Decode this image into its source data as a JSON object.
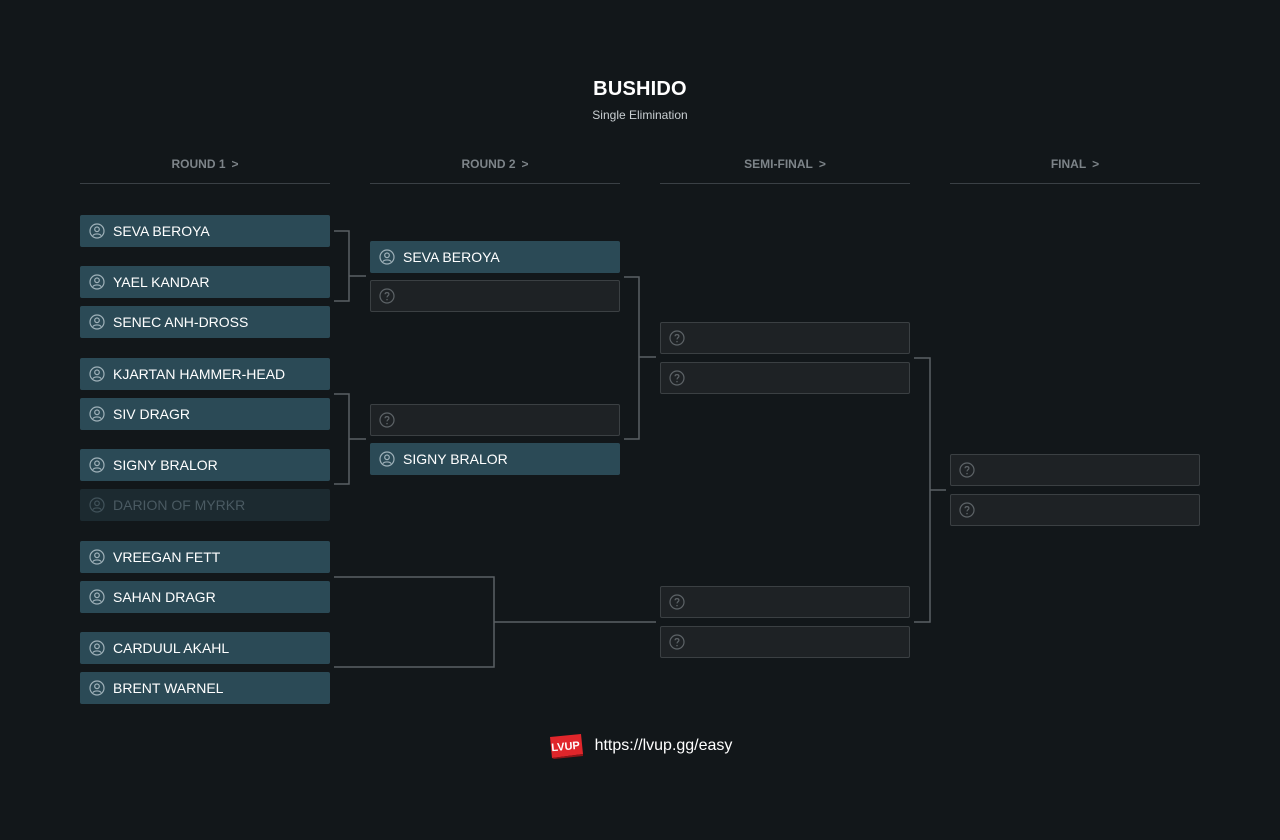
{
  "header": {
    "title": "BUSHIDO",
    "subtitle": "Single Elimination"
  },
  "rounds": [
    {
      "label": "ROUND 1",
      "chevron": ">"
    },
    {
      "label": "ROUND 2",
      "chevron": ">"
    },
    {
      "label": "SEMI-FINAL",
      "chevron": ">"
    },
    {
      "label": "FINAL",
      "chevron": ">"
    }
  ],
  "round1": {
    "slots": [
      {
        "name": "SEVA BEROYA",
        "state": "filled"
      },
      {
        "name": "YAEL KANDAR",
        "state": "filled"
      },
      {
        "name": "SENEC ANH-DROSS",
        "state": "filled"
      },
      {
        "name": "KJARTAN HAMMER-HEAD",
        "state": "filled"
      },
      {
        "name": "SIV DRAGR",
        "state": "filled"
      },
      {
        "name": "SIGNY BRALOR",
        "state": "filled"
      },
      {
        "name": "DARION OF MYRKR",
        "state": "eliminated"
      },
      {
        "name": "VREEGAN FETT",
        "state": "filled"
      },
      {
        "name": "SAHAN DRAGR",
        "state": "filled"
      },
      {
        "name": "CARDUUL AKAHL",
        "state": "filled"
      },
      {
        "name": "BRENT WARNEL",
        "state": "filled"
      }
    ]
  },
  "round2": {
    "slots": [
      {
        "name": "SEVA BEROYA",
        "state": "filled"
      },
      {
        "name": "",
        "state": "tbd"
      },
      {
        "name": "",
        "state": "tbd"
      },
      {
        "name": "SIGNY BRALOR",
        "state": "filled"
      }
    ]
  },
  "semifinal": {
    "slots": [
      {
        "name": "",
        "state": "tbd"
      },
      {
        "name": "",
        "state": "tbd"
      },
      {
        "name": "",
        "state": "tbd"
      },
      {
        "name": "",
        "state": "tbd"
      }
    ]
  },
  "final": {
    "slots": [
      {
        "name": "",
        "state": "tbd"
      },
      {
        "name": "",
        "state": "tbd"
      }
    ]
  },
  "footer": {
    "logo_text": "LVUP",
    "link": "https://lvup.gg/easy"
  },
  "colors": {
    "background": "#12171a",
    "filled_slot": "#2b4a56",
    "tbd_slot": "#1e2225",
    "eliminated_slot": "#1c2a30",
    "connector": "#5b6064",
    "logo_red": "#e0262b"
  },
  "icons": {
    "player": "user-circle-icon",
    "unknown": "question-circle-icon"
  }
}
